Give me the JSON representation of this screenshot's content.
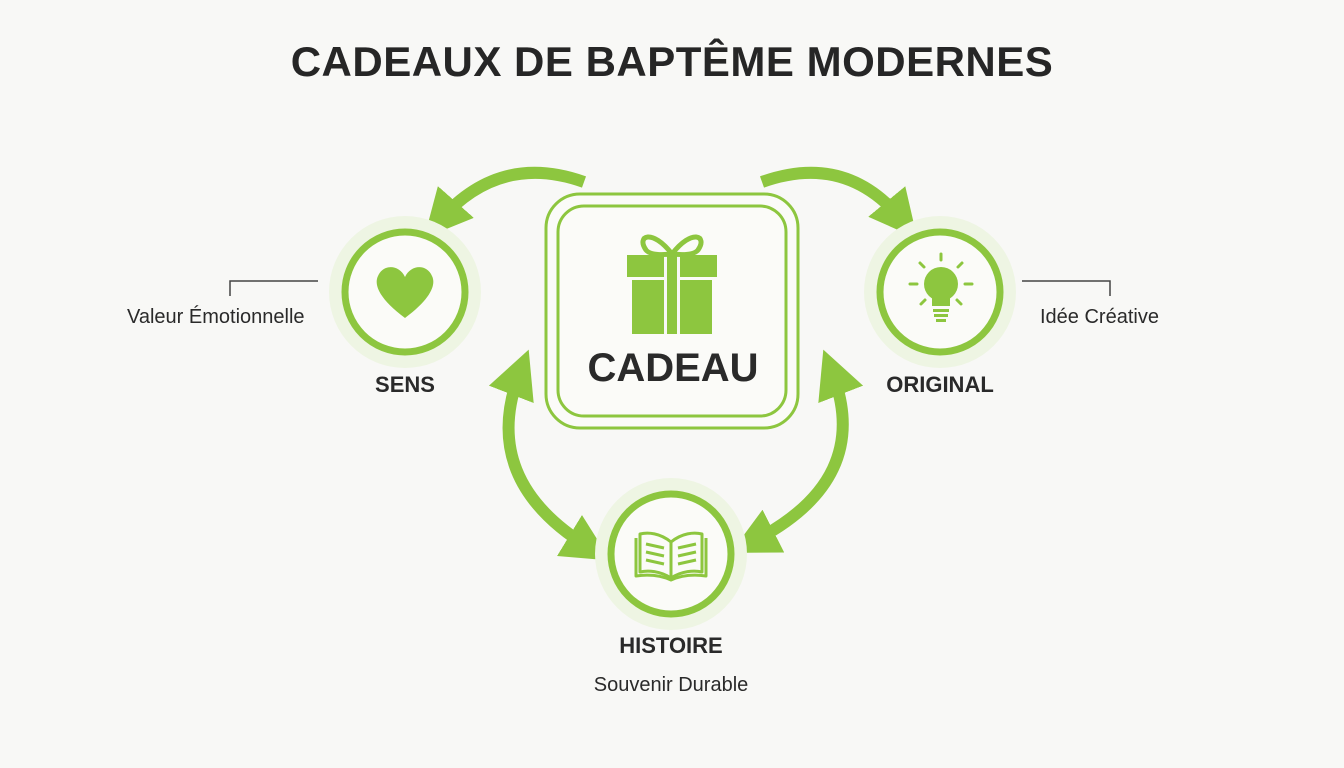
{
  "title": "CADEAUX DE BAPTÊME MODERNES",
  "colors": {
    "accent": "#8dc63f",
    "halo": "#eef5e3",
    "text": "#262626"
  },
  "center": {
    "label": "CADEAU",
    "icon": "gift-icon"
  },
  "nodes": {
    "sens": {
      "label": "SENS",
      "description": "Valeur Émotionnelle",
      "icon": "heart-icon"
    },
    "original": {
      "label": "ORIGINAL",
      "description": "Idée Créative",
      "icon": "lightbulb-icon"
    },
    "histoire": {
      "label": "HISTOIRE",
      "description": "Souvenir Durable",
      "icon": "open-book-icon"
    }
  }
}
